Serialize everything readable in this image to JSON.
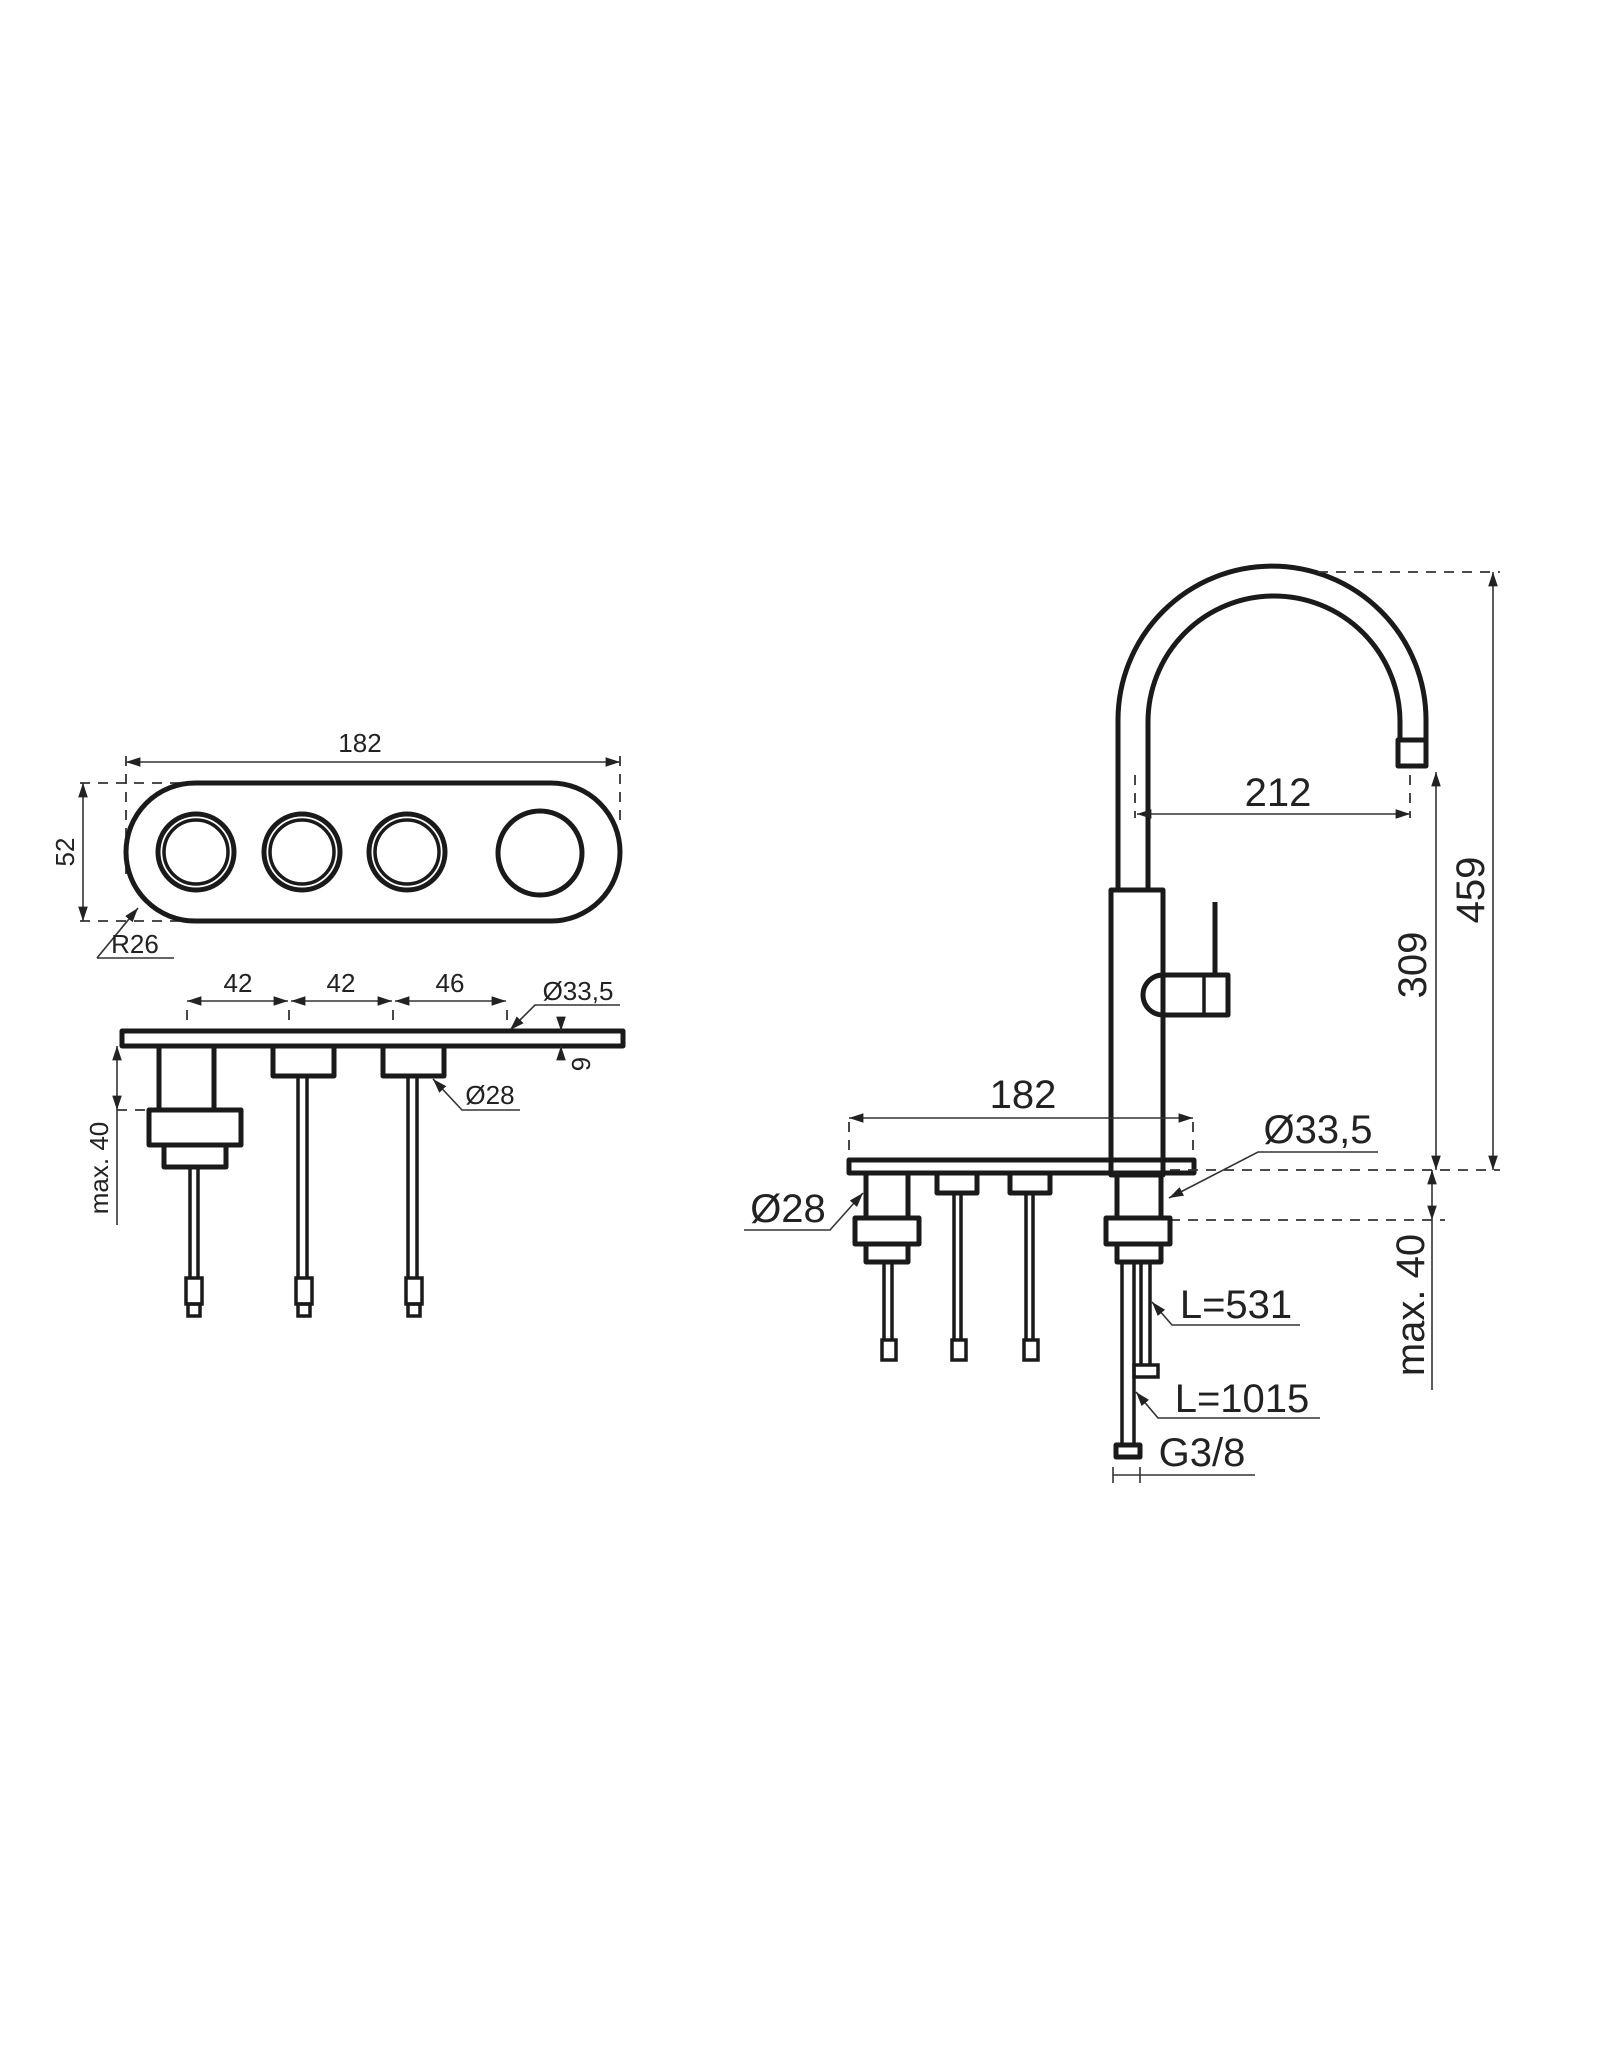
{
  "left_view": {
    "top_plan": {
      "width_label": "182",
      "height_label": "52",
      "radius_label": "R26"
    },
    "side_elevation": {
      "spacing_1": "42",
      "spacing_2": "42",
      "spacing_3": "46",
      "body_diameter": "Ø33,5",
      "plate_thickness": "6",
      "control_diameter": "Ø28",
      "max_depth": "max. 40"
    }
  },
  "right_view": {
    "spout_reach": "212",
    "spout_height": "309",
    "total_height": "459",
    "plate_width": "182",
    "body_diameter": "Ø33,5",
    "control_diameter": "Ø28",
    "max_depth": "max. 40",
    "hose_short": "L=531",
    "hose_long": "L=1015",
    "thread": "G3/8"
  },
  "colors": {
    "line": "#1a1a1a",
    "background": "#ffffff"
  }
}
